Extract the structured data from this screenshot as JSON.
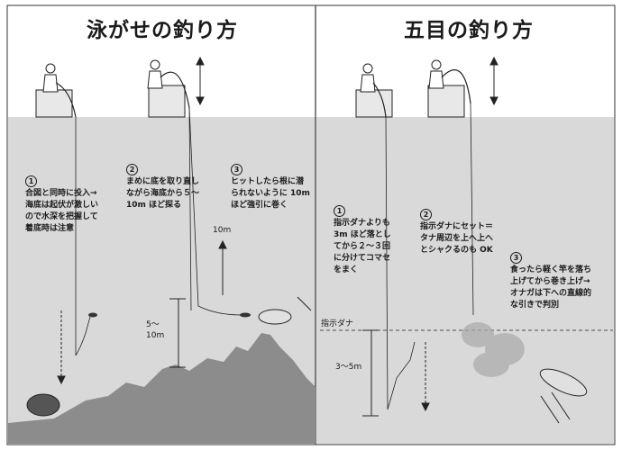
{
  "left": {
    "title": "泳がせの釣り方",
    "steps": [
      {
        "num": "1",
        "text": "合図と同時に投入→\n海底は起伏が激しい\nので水深を把握して\n着底時は注意"
      },
      {
        "num": "2",
        "text": "まめに底を取り直し\nながら海底から５～\n10m ほど探る"
      },
      {
        "num": "3",
        "text": "ヒットしたら根に潜\nられないように 10m\nほど強引に巻く"
      }
    ],
    "labels": {
      "depth_range": "5～\n10m",
      "reel_up": "10m"
    }
  },
  "right": {
    "title": "五目の釣り方",
    "steps": [
      {
        "num": "1",
        "text": "指示ダナよりも\n3m ほど落とし\nてから２～３回\nに分けてコマセ\nをまく"
      },
      {
        "num": "2",
        "text": "指示ダナにセット＝\nタナ周辺を上へ上へ\nとシャクるのも OK"
      },
      {
        "num": "3",
        "text": "食ったら軽く竿を落ち\n上げてから巻き上げ→\nオナガは下への直線的\nな引きで判別"
      }
    ],
    "labels": {
      "tana": "指示ダナ",
      "depth_range": "3～5m"
    }
  },
  "colors": {
    "water": "#d9d9d9",
    "seabed": "#8c8c8c",
    "line": "#1a1a1a"
  }
}
